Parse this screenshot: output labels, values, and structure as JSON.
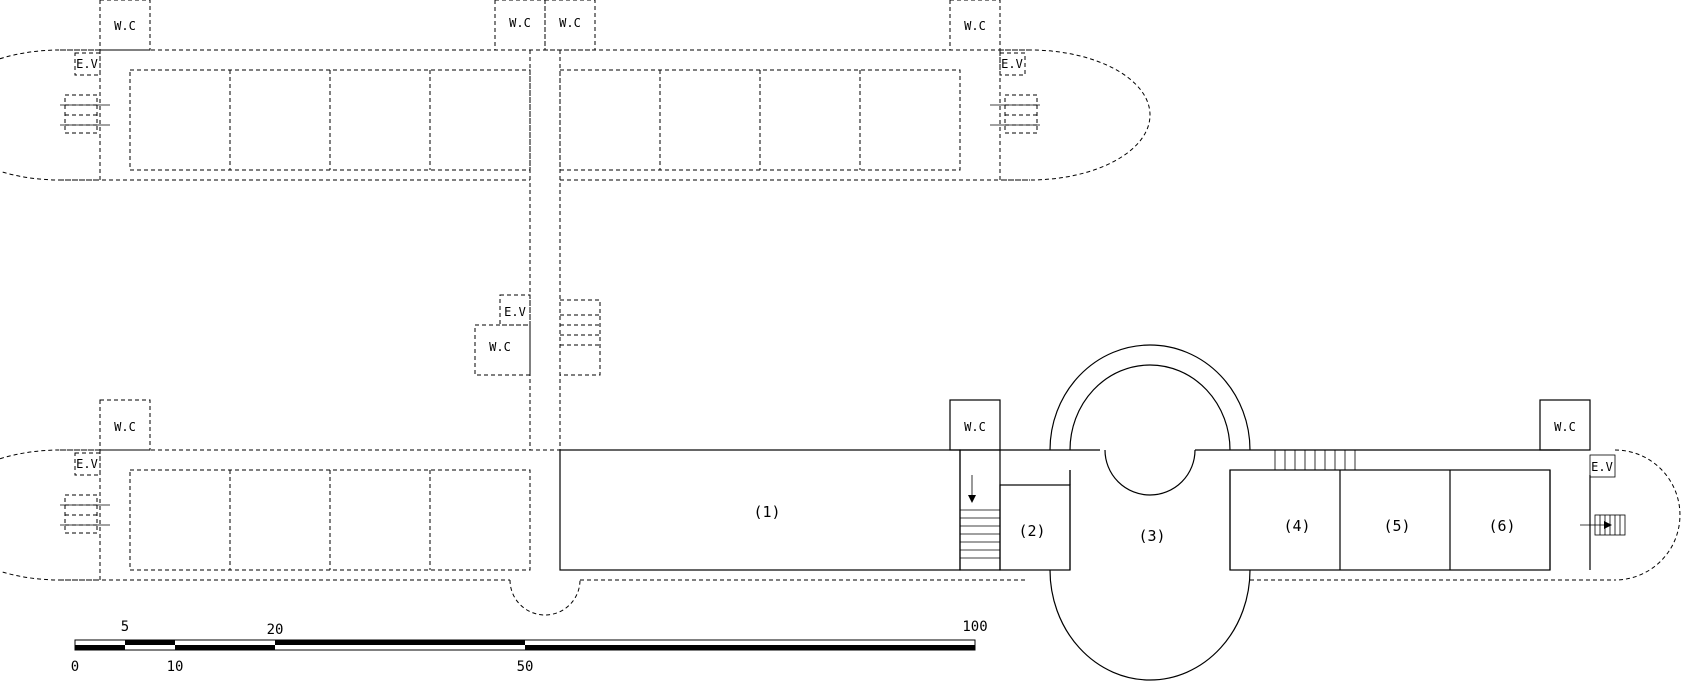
{
  "labels": {
    "wc": "W.C",
    "ev": "E.V"
  },
  "rooms": {
    "r1": "(1)",
    "r2": "(2)",
    "r3": "(3)",
    "r4": "(4)",
    "r5": "(5)",
    "r6": "(6)"
  },
  "scale_bar": {
    "top": [
      "5",
      "20",
      "100"
    ],
    "bottom": [
      "0",
      "10",
      "50"
    ]
  }
}
